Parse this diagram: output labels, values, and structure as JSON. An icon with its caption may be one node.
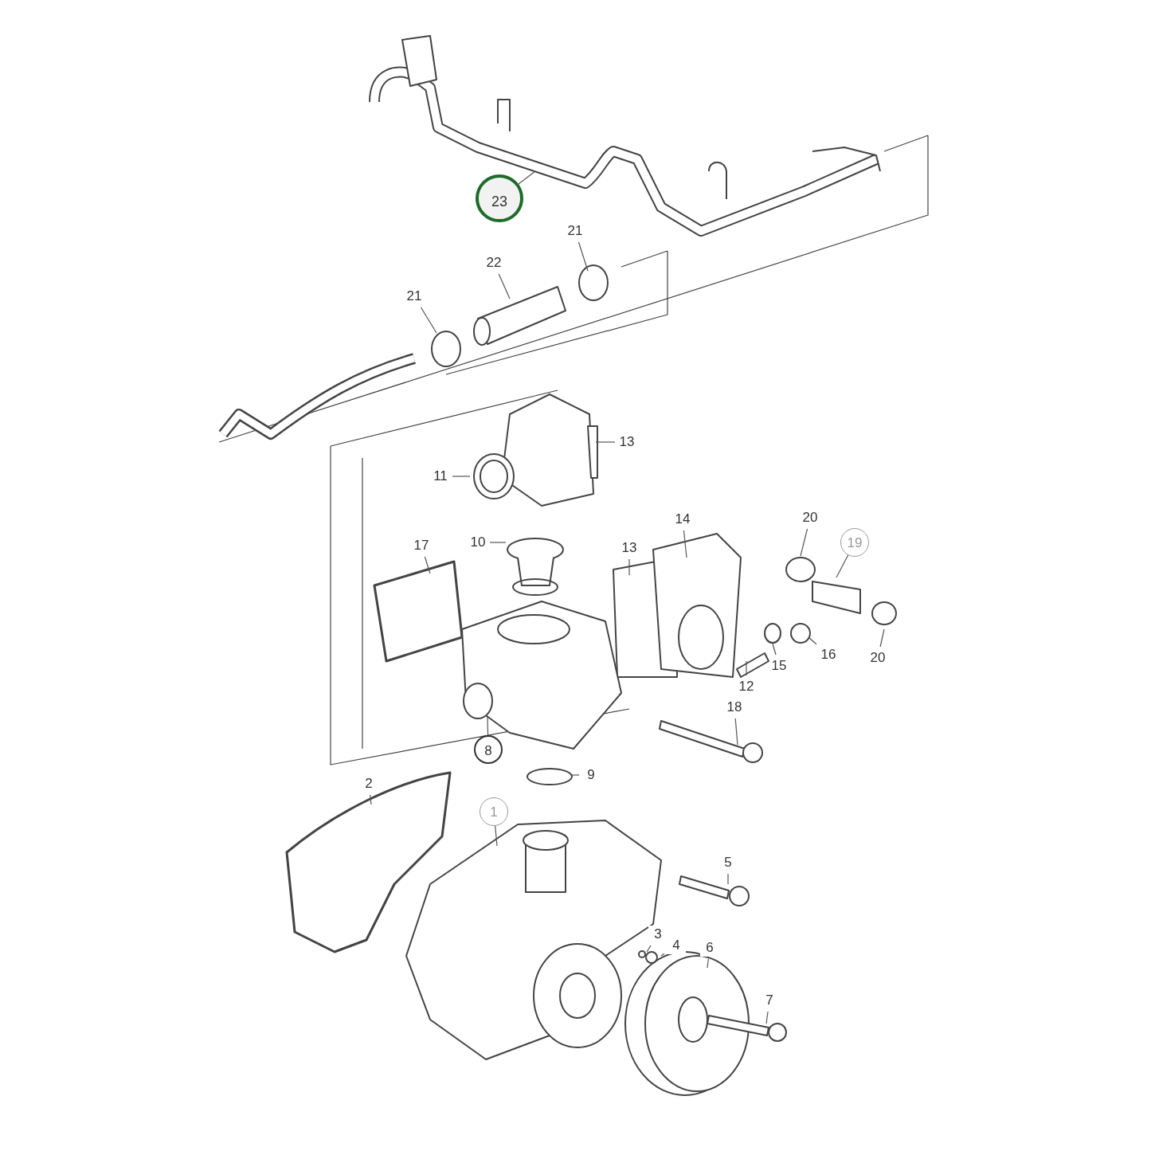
{
  "diagram": {
    "nodes": [
      {
        "text": [
          "23"
        ]
      },
      {
        "text": [
          "21"
        ]
      },
      {
        "text": [
          "22"
        ]
      },
      {
        "text": [
          "21"
        ]
      },
      {
        "text": [
          "13"
        ]
      },
      {
        "text": [
          "11"
        ]
      },
      {
        "text": [
          "14"
        ]
      },
      {
        "text": [
          "20"
        ]
      },
      {
        "text": [
          "19"
        ]
      },
      {
        "text": [
          "17"
        ]
      },
      {
        "text": [
          "10"
        ]
      },
      {
        "text": [
          "13"
        ]
      },
      {
        "text": [
          "15"
        ]
      },
      {
        "text": [
          "16"
        ]
      },
      {
        "text": [
          "20"
        ]
      },
      {
        "text": [
          "12"
        ]
      },
      {
        "text": [
          "18"
        ]
      },
      {
        "text": [
          "8"
        ]
      },
      {
        "text": [
          "9"
        ]
      },
      {
        "text": [
          "2"
        ]
      },
      {
        "text": [
          "1"
        ]
      },
      {
        "text": [
          "5"
        ]
      },
      {
        "text": [
          "3"
        ]
      },
      {
        "text": [
          "4"
        ]
      },
      {
        "text": [
          "6"
        ]
      },
      {
        "text": [
          "7"
        ]
      }
    ],
    "edges": [
      {
        "from": 0,
        "to": null,
        "arrow": "none"
      },
      {
        "from": 1,
        "to": null,
        "arrow": "none"
      },
      {
        "from": 2,
        "to": null,
        "arrow": "none"
      },
      {
        "from": 3,
        "to": null,
        "arrow": "none"
      },
      {
        "from": 4,
        "to": null,
        "arrow": "none"
      },
      {
        "from": 5,
        "to": null,
        "arrow": "none"
      },
      {
        "from": 6,
        "to": null,
        "arrow": "none"
      },
      {
        "from": 7,
        "to": null,
        "arrow": "none"
      },
      {
        "from": 8,
        "to": null,
        "arrow": "none"
      },
      {
        "from": 9,
        "to": null,
        "arrow": "none"
      },
      {
        "from": 10,
        "to": null,
        "arrow": "none"
      },
      {
        "from": 11,
        "to": null,
        "arrow": "none"
      },
      {
        "from": 12,
        "to": null,
        "arrow": "none"
      },
      {
        "from": 13,
        "to": null,
        "arrow": "none"
      },
      {
        "from": 14,
        "to": null,
        "arrow": "none"
      },
      {
        "from": 15,
        "to": null,
        "arrow": "none"
      },
      {
        "from": 16,
        "to": null,
        "arrow": "none"
      },
      {
        "from": 17,
        "to": null,
        "arrow": "none"
      },
      {
        "from": 18,
        "to": null,
        "arrow": "none"
      },
      {
        "from": 19,
        "to": null,
        "arrow": "none"
      },
      {
        "from": 20,
        "to": null,
        "arrow": "none"
      },
      {
        "from": 21,
        "to": null,
        "arrow": "none"
      },
      {
        "from": 22,
        "to": null,
        "arrow": "none"
      },
      {
        "from": 23,
        "to": null,
        "arrow": "none"
      },
      {
        "from": 24,
        "to": null,
        "arrow": "none"
      },
      {
        "from": 25,
        "to": null,
        "arrow": "none"
      }
    ]
  }
}
